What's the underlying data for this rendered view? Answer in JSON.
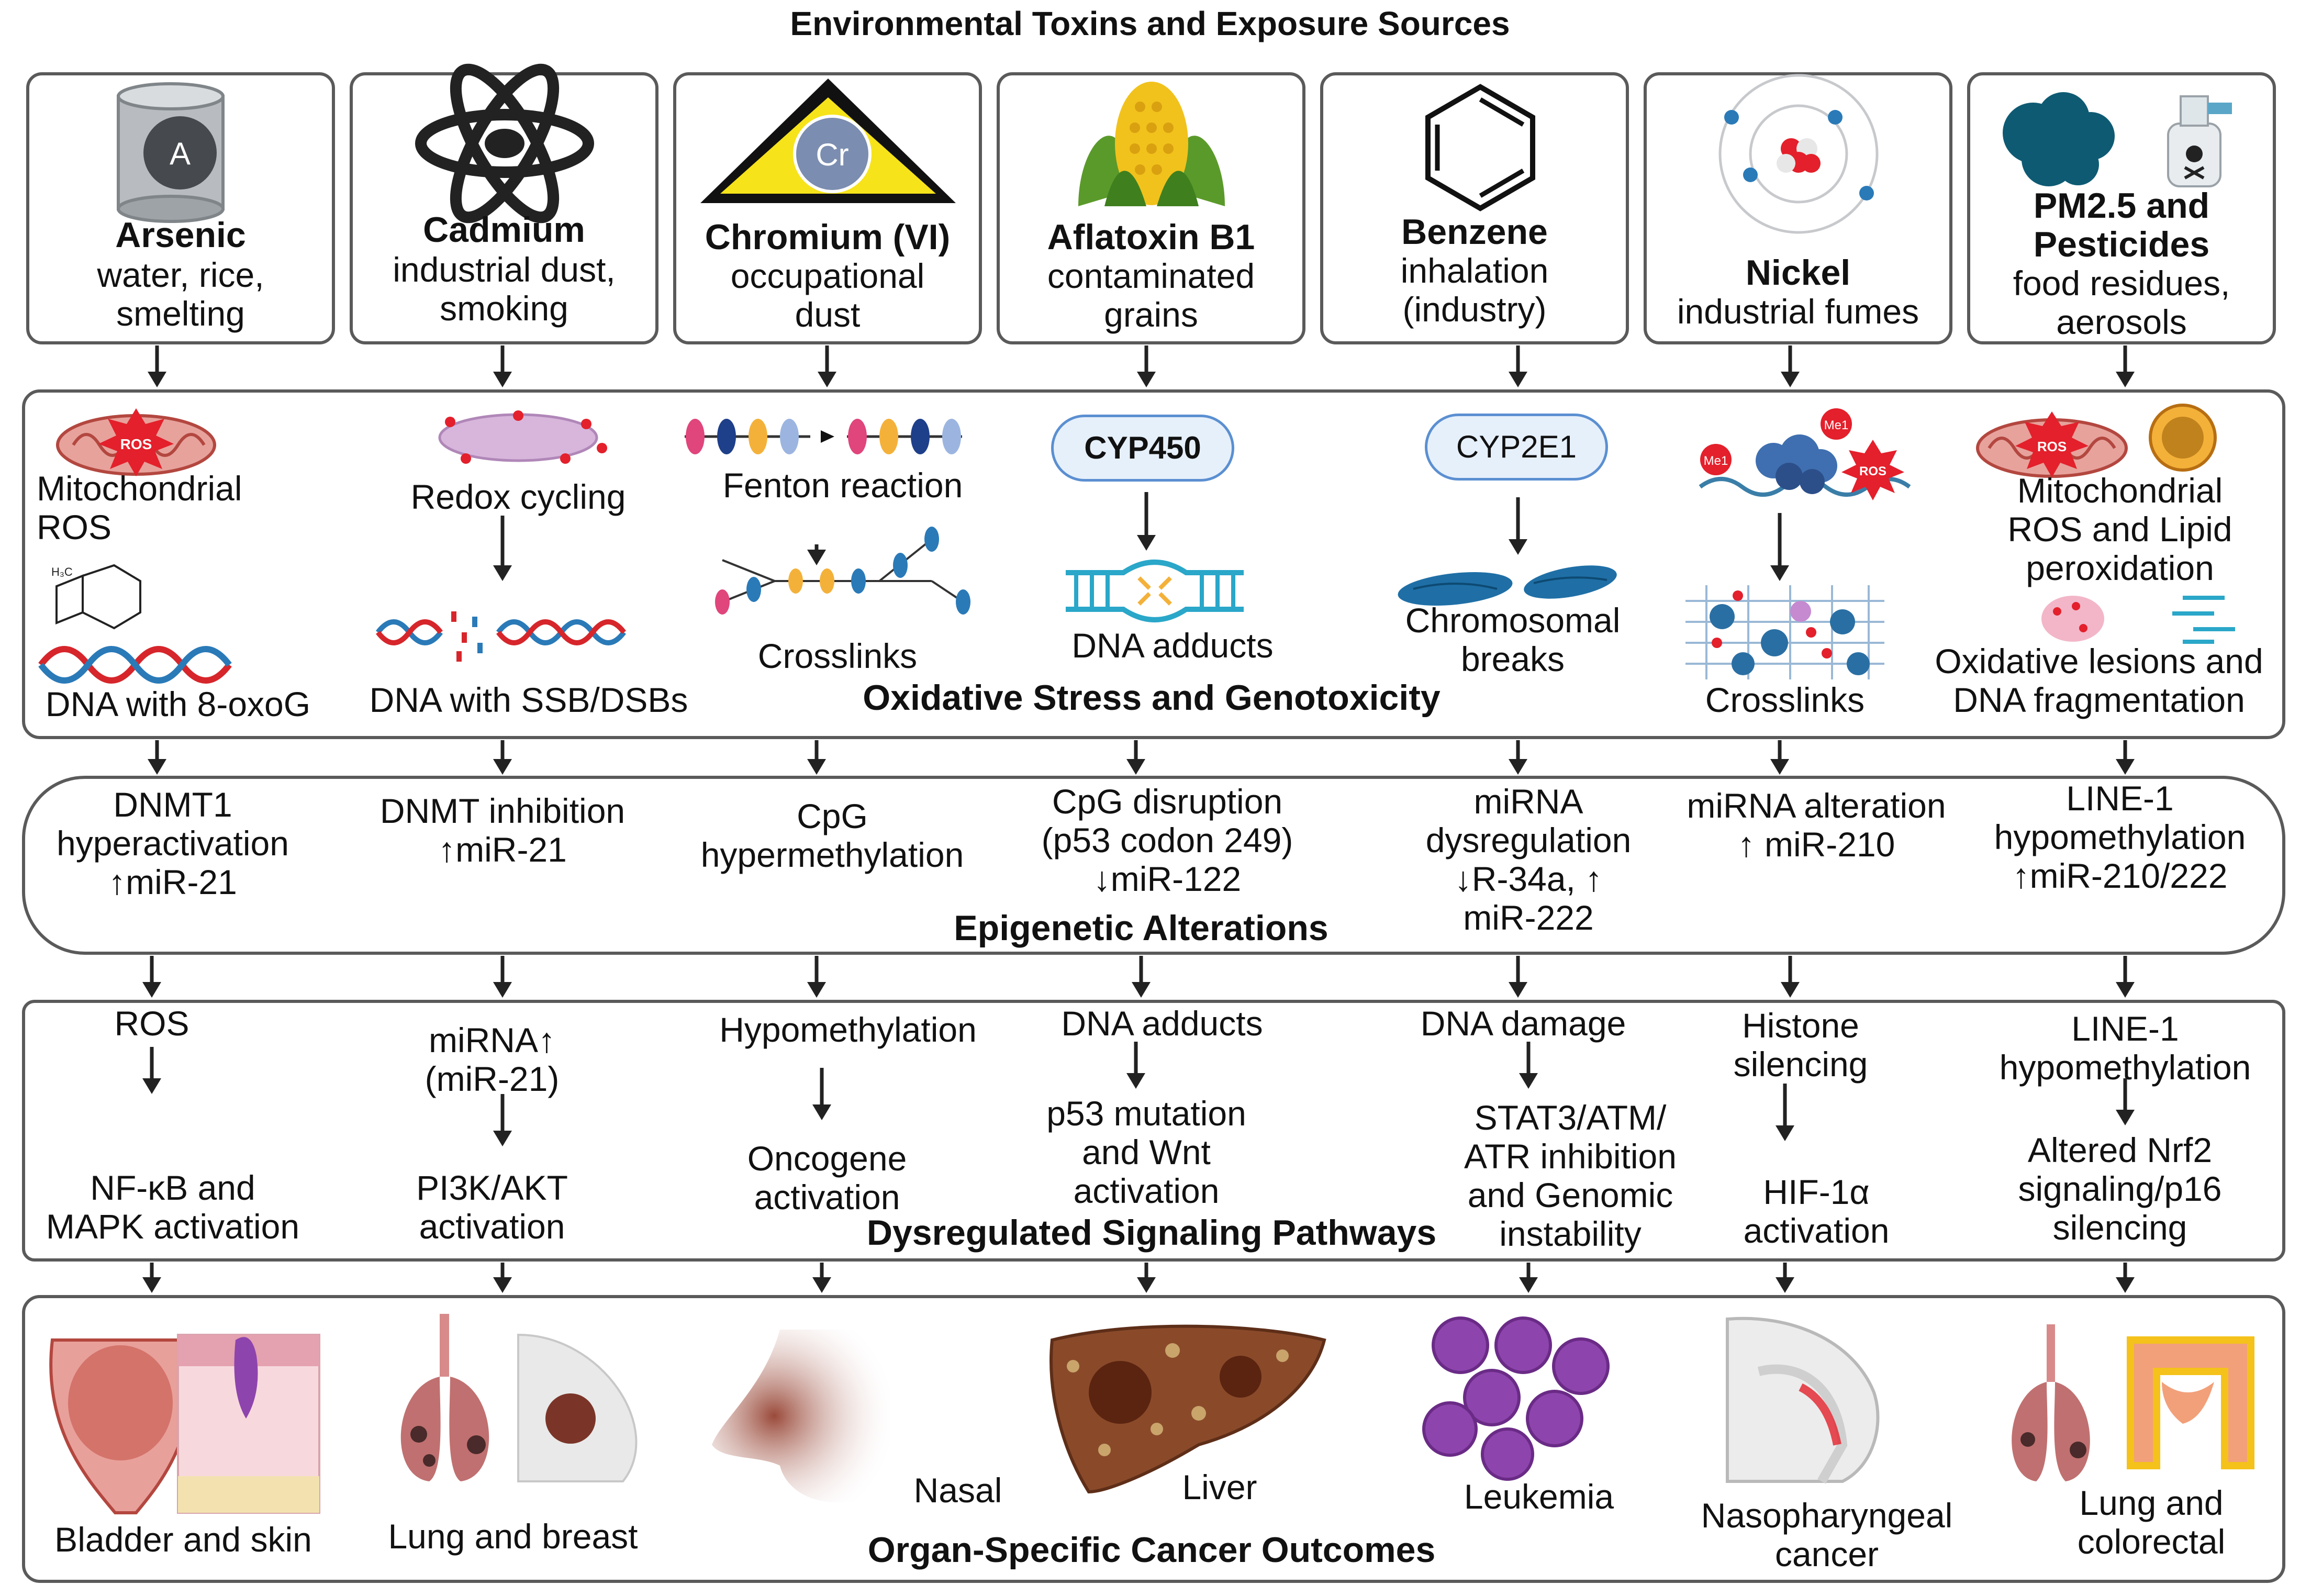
{
  "title": "Environmental Toxins and Exposure Sources",
  "toxins": [
    {
      "name": "Arsenic",
      "source": "water, rice,\nsmelting"
    },
    {
      "name": "Cadmium",
      "source": "industrial dust,\nsmoking"
    },
    {
      "name": "Chromium (VI)",
      "source": "occupational\ndust"
    },
    {
      "name": "Aflatoxin B1",
      "source": "contaminated\ngrains"
    },
    {
      "name": "Benzene",
      "source": "inhalation\n(industry)"
    },
    {
      "name": "Nickel",
      "source": "industrial fumes"
    },
    {
      "name": "PM2.5 and\nPesticides",
      "source": "food residues,\naerosols"
    }
  ],
  "icon_labels": {
    "arsenic": "A",
    "chromium": "Cr",
    "ros": "ROS",
    "me1": "Me1"
  },
  "oxidative": {
    "band": "Oxidative Stress and Genotoxicity",
    "top": [
      "Mitochondrial\nROS",
      "Redox cycling",
      "Fenton reaction",
      "CYP450",
      "CYP2E1",
      "",
      "Mitochondrial\nROS and Lipid\nperoxidation"
    ],
    "bottom": [
      "DNA with 8-oxoG",
      "DNA with SSB/DSBs",
      "Crosslinks",
      "DNA adducts",
      "Chromosomal\nbreaks",
      "Crosslinks",
      "Oxidative lesions and\nDNA fragmentation"
    ]
  },
  "epigenetic": {
    "band": "Epigenetic Alterations",
    "items": [
      "DNMT1\nhyperactivation\n↑miR-21",
      "DNMT inhibition\n↑miR-21",
      "CpG\nhypermethylation",
      "CpG disruption\n(p53 codon 249)\n↓miR-122",
      "miRNA\ndysregulation\n↓R-34a, ↑\nmiR-222",
      "miRNA alteration\n↑ miR-210",
      "LINE-1\nhypomethylation\n↑miR-210/222"
    ]
  },
  "signaling": {
    "band": "Dysregulated Signaling Pathways",
    "top": [
      "ROS",
      "miRNA↑\n(miR-21)",
      "Hypomethylation",
      "DNA adducts",
      "DNA damage",
      "Histone\nsilencing",
      "LINE-1\nhypomethylation"
    ],
    "bottom": [
      "NF-κB and\nMAPK activation",
      "PI3K/AKT\nactivation",
      "Oncogene\nactivation",
      "p53 mutation\nand Wnt\nactivation",
      "STAT3/ATM/\nATR inhibition\nand Genomic\ninstability",
      "HIF-1α\nactivation",
      "Altered Nrf2\nsignaling/p16\nsilencing"
    ]
  },
  "outcomes": {
    "band": "Organ-Specific Cancer Outcomes",
    "items": [
      "Bladder and skin",
      "Lung and breast",
      "Nasal",
      "Liver",
      "Leukemia",
      "Nasopharyngeal\ncancer",
      "Lung and\ncolorectal"
    ]
  },
  "colors": {
    "border": "#5a5a5a",
    "ros_red": "#e3202b",
    "dna_blue": "#2a7ab8",
    "dna_red": "#d6262b",
    "enzyme_fill": "#e6f0fb",
    "enzyme_border": "#5b8fd1",
    "chromosome": "#1f6fa6",
    "liver": "#8a4a2a",
    "leukemia": "#8e44ad",
    "tissue_pink": "#f2b6c8",
    "pm_cloud": "#0e5a73"
  }
}
